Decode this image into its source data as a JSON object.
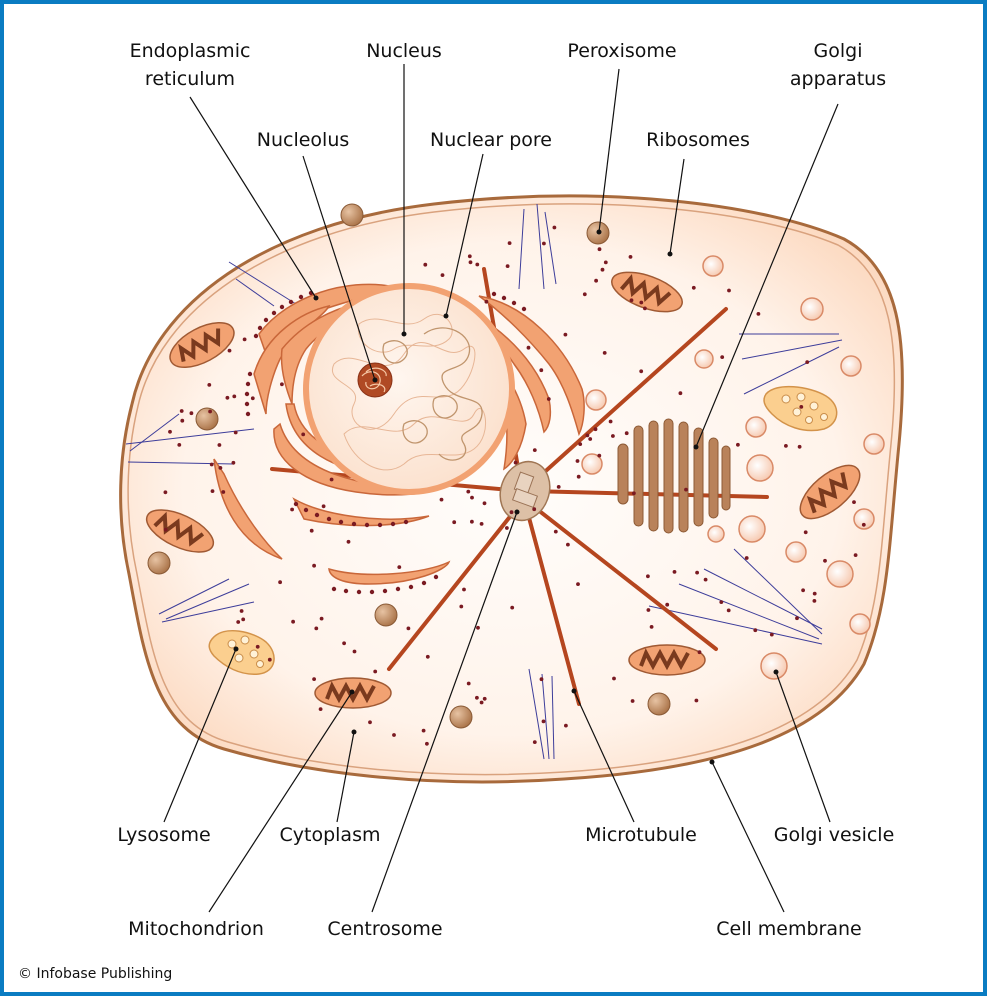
{
  "labels": {
    "endoplasmic_reticulum": [
      "Endoplasmic",
      "reticulum"
    ],
    "nucleus": "Nucleus",
    "peroxisome": "Peroxisome",
    "golgi_apparatus": [
      "Golgi",
      "apparatus"
    ],
    "nucleolus": "Nucleolus",
    "nuclear_pore": "Nuclear pore",
    "ribosomes": "Ribosomes",
    "lysosome": "Lysosome",
    "cytoplasm": "Cytoplasm",
    "microtubule": "Microtubule",
    "golgi_vesicle": "Golgi vesicle",
    "mitochondrion": "Mitochondrion",
    "centrosome": "Centrosome",
    "cell_membrane": "Cell membrane"
  },
  "credit": "© Infobase Publishing",
  "colors": {
    "frame": "#0a7cc2",
    "membrane": "#a86a3c",
    "cytoplasm": "#fde6d4",
    "organelle": "#f2a272",
    "organelle_stroke": "#c9673a",
    "golgi": "#b9825a",
    "microtubule": "#b5461f",
    "ribosome": "#7a1a22",
    "actin": "#3d3d9a"
  }
}
